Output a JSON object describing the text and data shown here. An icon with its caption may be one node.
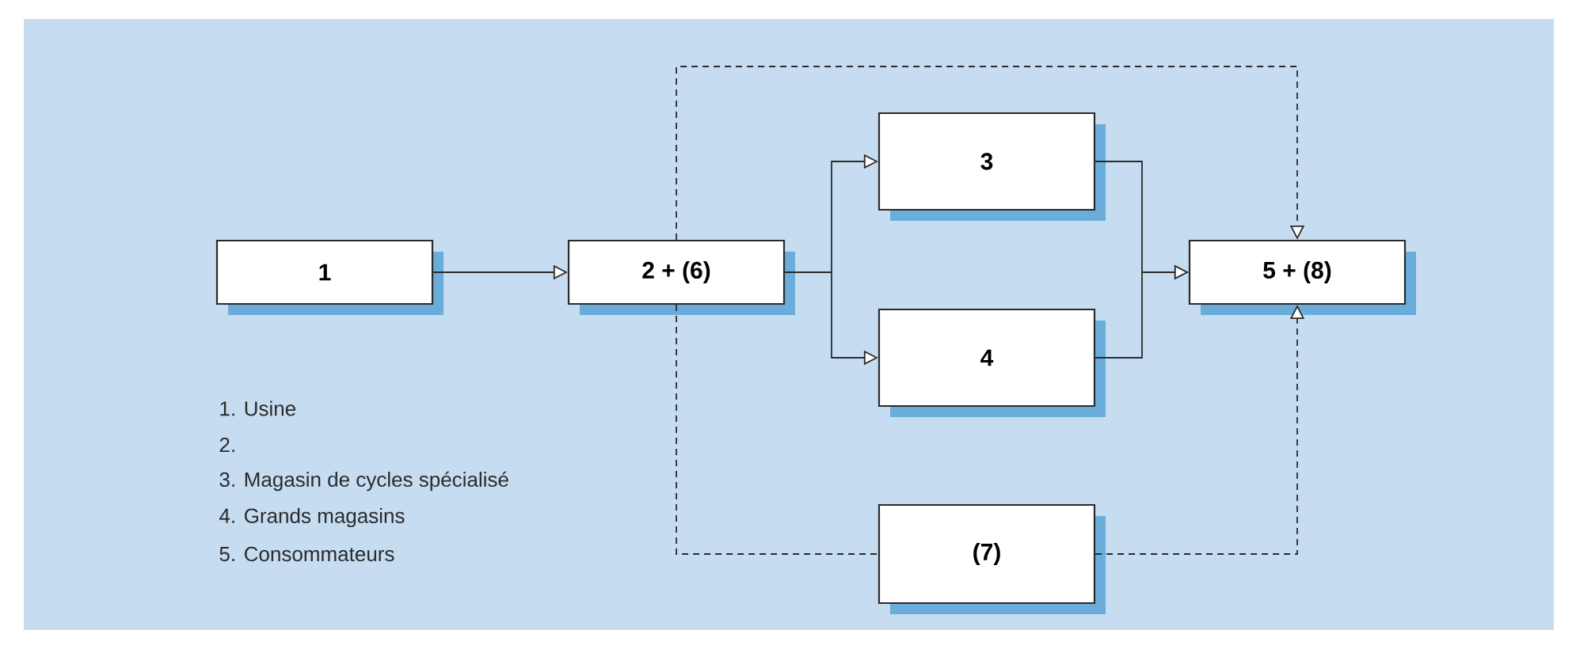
{
  "diagram": {
    "nodes": [
      {
        "text": [
          "1"
        ]
      },
      {
        "text": [
          "2 + (6)"
        ]
      },
      {
        "text": [
          "3"
        ]
      },
      {
        "text": [
          "4"
        ]
      },
      {
        "text": [
          "5 + (8)"
        ]
      },
      {
        "text": [
          "(7)"
        ]
      }
    ],
    "edges": [
      {
        "from": 0,
        "to": 1,
        "arrow": "to"
      },
      {
        "from": 1,
        "to": 2,
        "arrow": "to"
      },
      {
        "from": 1,
        "to": 3,
        "arrow": "to"
      },
      {
        "from": 2,
        "to": 4,
        "arrow": "to"
      },
      {
        "from": 3,
        "to": 4,
        "arrow": "to"
      },
      {
        "from": 1,
        "to": 4,
        "arrow": "to",
        "style": "dashed"
      },
      {
        "from": 1,
        "to": 5,
        "arrow": "none",
        "style": "dashed"
      },
      {
        "from": 5,
        "to": 4,
        "arrow": "to",
        "style": "dashed"
      }
    ],
    "labels": [
      "1. Usine",
      "2.",
      "3. Magasin de cycles spécialisé",
      "4. Grands magasins",
      "5. Consommateurs"
    ]
  }
}
